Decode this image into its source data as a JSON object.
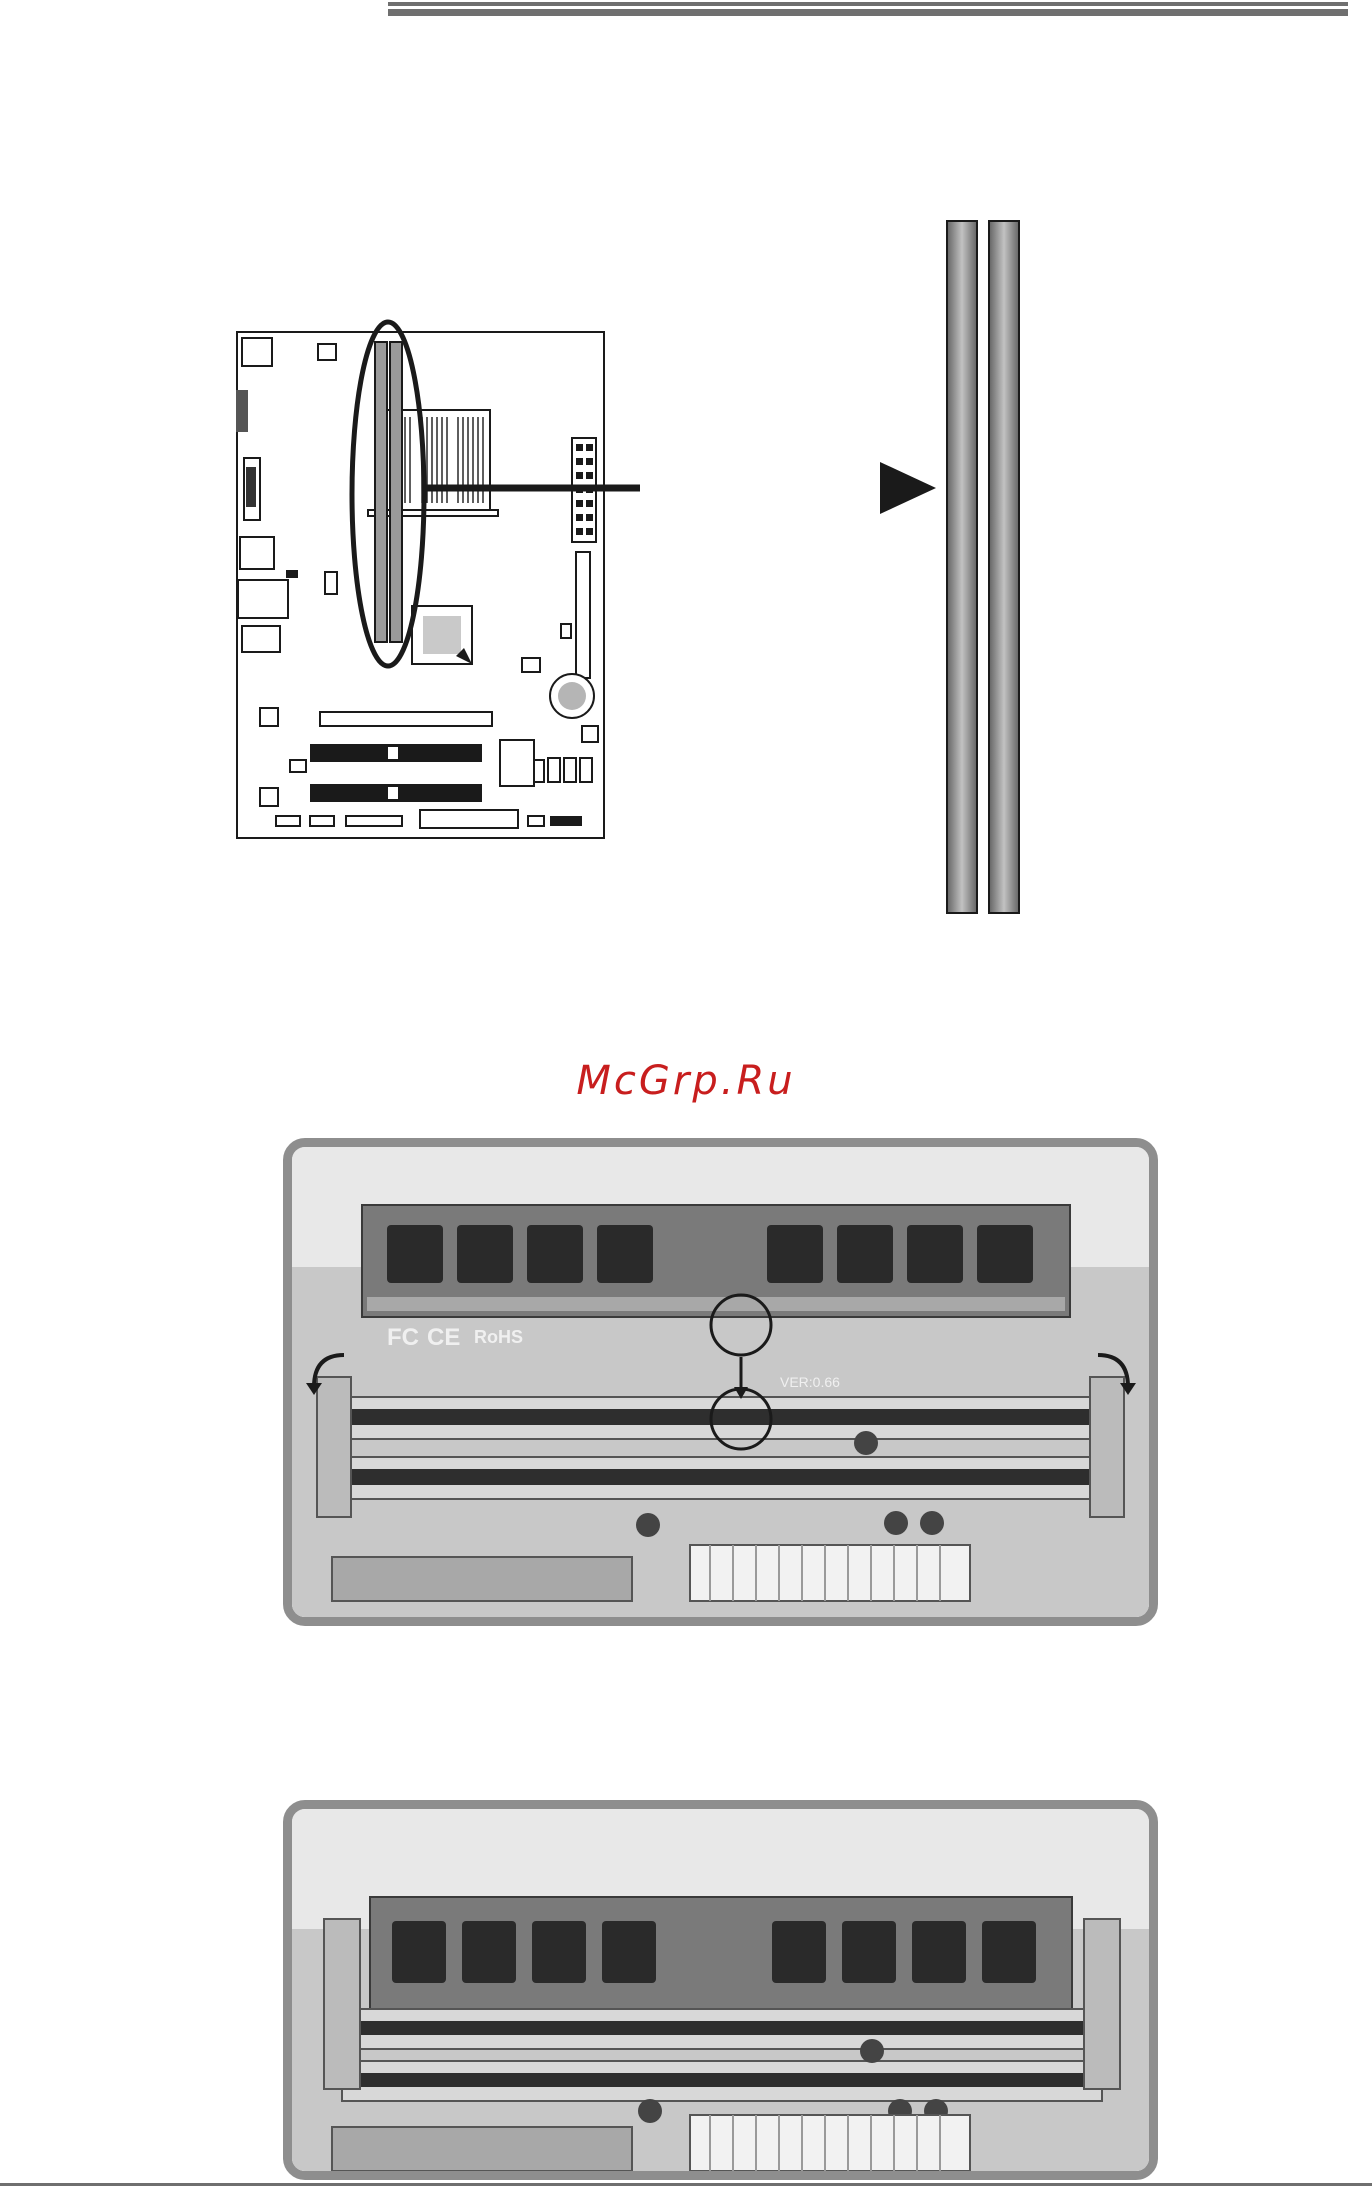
{
  "watermark": {
    "text": "McGrp.Ru"
  },
  "photo1": {
    "module_marks": {
      "fcc": "FC",
      "ce": "CE",
      "rohs": "RoHS",
      "version": "VER:0.66"
    }
  },
  "colors": {
    "ink": "#1a1a1a",
    "dimm_slot_fill": "#9a9a9a",
    "photo_border": "#8e8e8e",
    "watermark": "#c81e1e"
  }
}
